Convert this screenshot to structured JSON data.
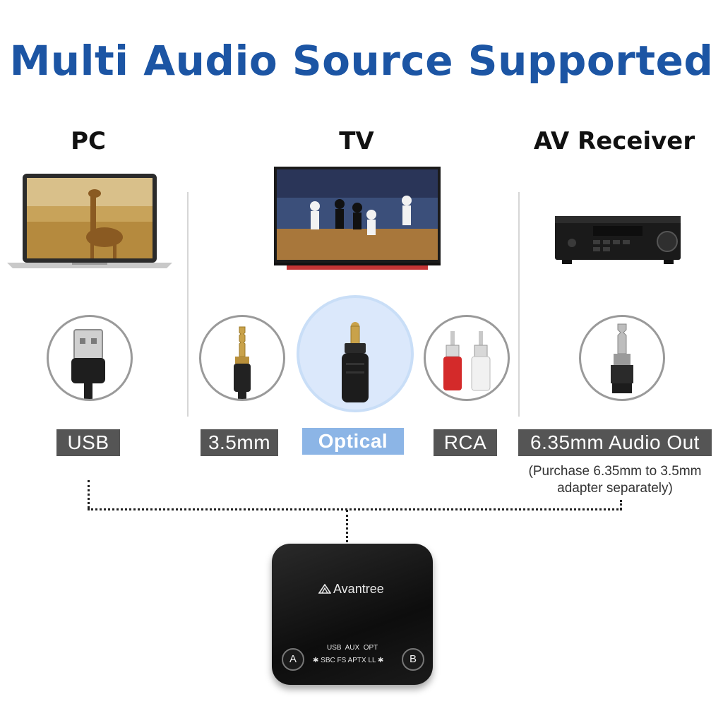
{
  "headline": "Multi Audio Source Supported",
  "colors": {
    "headline": "#1c55a4",
    "label_bg": "#555555",
    "active_label_bg": "#8cb5e6",
    "active_circle_bg": "#dbe8fb"
  },
  "sources": [
    {
      "title": "PC",
      "device": "laptop-icon"
    },
    {
      "title": "TV",
      "device": "television-icon"
    },
    {
      "title": "AV Receiver",
      "device": "av-receiver-icon"
    }
  ],
  "connectors": [
    {
      "label": "USB",
      "icon": "usb-plug-icon",
      "active": false
    },
    {
      "label": "3.5mm",
      "icon": "aux-3-5mm-plug-icon",
      "active": false
    },
    {
      "label": "Optical",
      "icon": "optical-toslink-plug-icon",
      "active": true
    },
    {
      "label": "RCA",
      "icon": "rca-plugs-icon",
      "active": false
    },
    {
      "label": "6.35mm Audio Out",
      "icon": "6-35mm-plug-icon",
      "active": false
    }
  ],
  "note": {
    "line1": "(Purchase 6.35mm to 3.5mm",
    "line2": "adapter separately)"
  },
  "device": {
    "brand": "Avantree",
    "input_labels": [
      "USB",
      "AUX",
      "OPT"
    ],
    "codec_labels": [
      "SBC",
      "FS",
      "APTX",
      "LL"
    ],
    "button_a": "A",
    "button_b": "B"
  }
}
